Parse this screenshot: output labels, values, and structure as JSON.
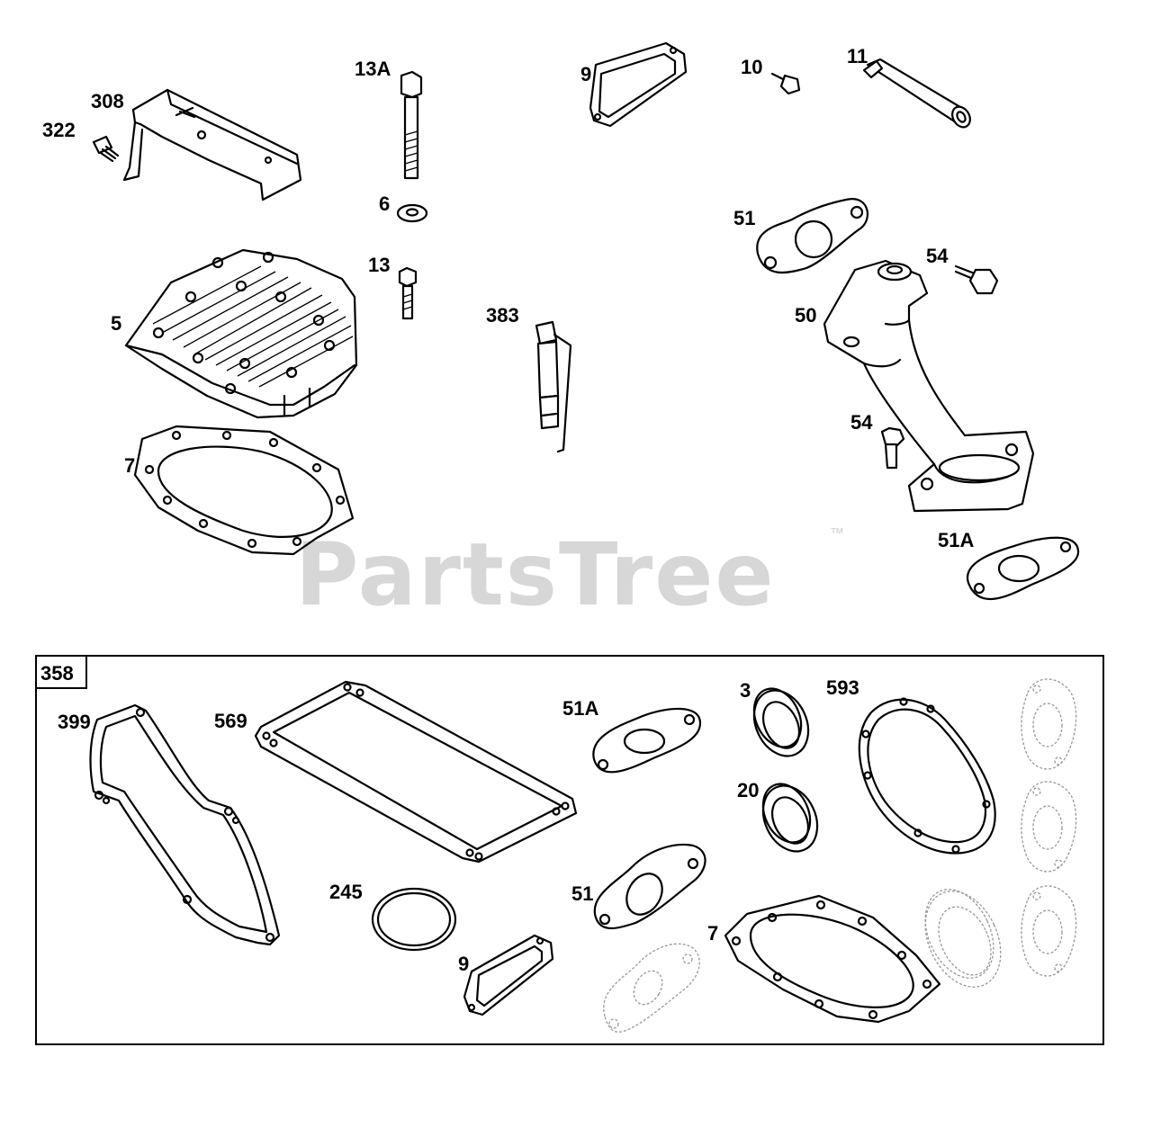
{
  "watermark": {
    "text": "PartsTree",
    "trademark": "™"
  },
  "kit": {
    "number": "358"
  },
  "labels": {
    "l308": "308",
    "l322": "322",
    "l13A": "13A",
    "l9top": "9",
    "l10": "10",
    "l11": "11",
    "l6": "6",
    "l13": "13",
    "l51top": "51",
    "l54a": "54",
    "l5": "5",
    "l383": "383",
    "l50": "50",
    "l54b": "54",
    "l7top": "7",
    "l51Atop": "51A",
    "l399": "399",
    "l569": "569",
    "l51Akit": "51A",
    "l3": "3",
    "l593": "593",
    "l20": "20",
    "l245": "245",
    "l51kit": "51",
    "l9kit": "9",
    "l7kit": "7"
  }
}
